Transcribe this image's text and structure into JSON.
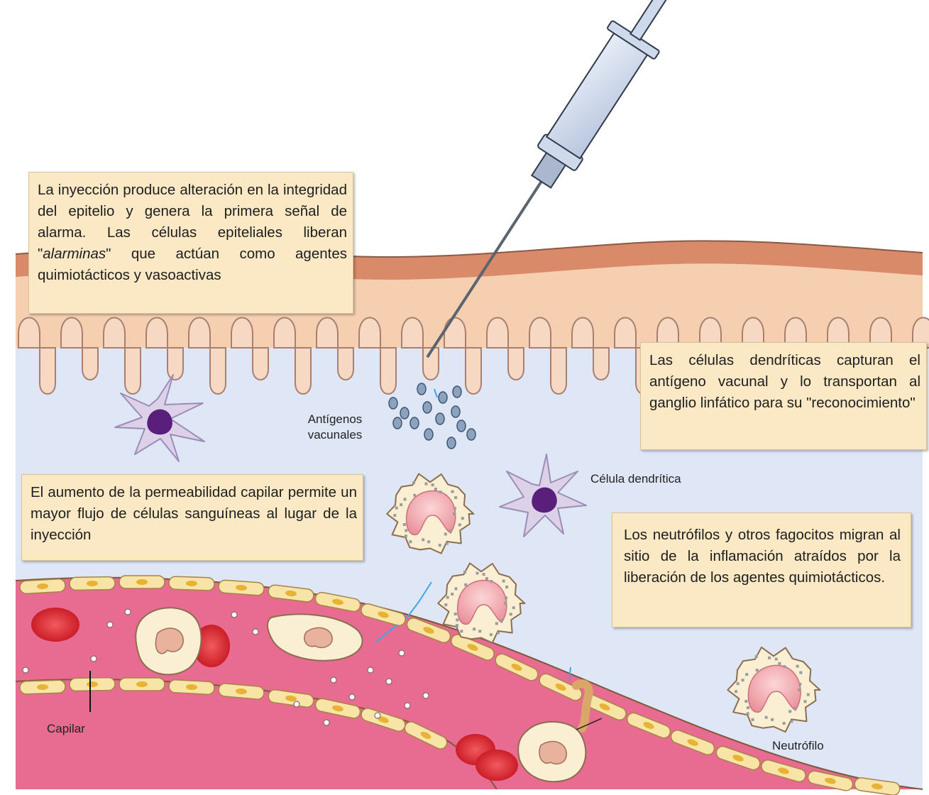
{
  "callouts": {
    "injection": {
      "before": "La inyección produce alteración en la integridad del epitelio y genera la primera señal de alarma. Las células epiteliales liberan \"",
      "emphasis": "alarminas",
      "after": "\" que actúan como agentes quimiotácticos y vasoactivas"
    },
    "dendritic": "Las células dendríticas capturan el antígeno vacunal y lo transportan al ganglio linfático para su \"reconocimiento\"",
    "permeability": "El aumento de la permeabilidad capilar permite un mayor flujo de células sanguíneas al lugar de la inyección",
    "neutrophils": "Los neutrófilos y otros fagocitos migran al sitio de la inflamación atraídos por la liberación de los agentes quimiotácticos."
  },
  "labels": {
    "antigens_line1": "Antígenos",
    "antigens_line2": "vacunales",
    "dendritic_cell": "Célula dendrítica",
    "capillary": "Capilar",
    "neutrophil": "Neutrófilo"
  },
  "colors": {
    "skin_top": "#d98a68",
    "skin_body": "#f6cfb1",
    "tissue": "#dfe6f6",
    "vessel": "#e86b92",
    "endothelium": "#f8e4a6",
    "red_cell": "#d41e2a",
    "dendritic": "#ddd1ea",
    "nucleus": "#5a1f7a",
    "neutrophil": "#fbefd3",
    "neutrophil_nucleus": "#f2b3b8",
    "syringe": "#cfd9ec",
    "callout_bg": "#fbe9c6"
  }
}
